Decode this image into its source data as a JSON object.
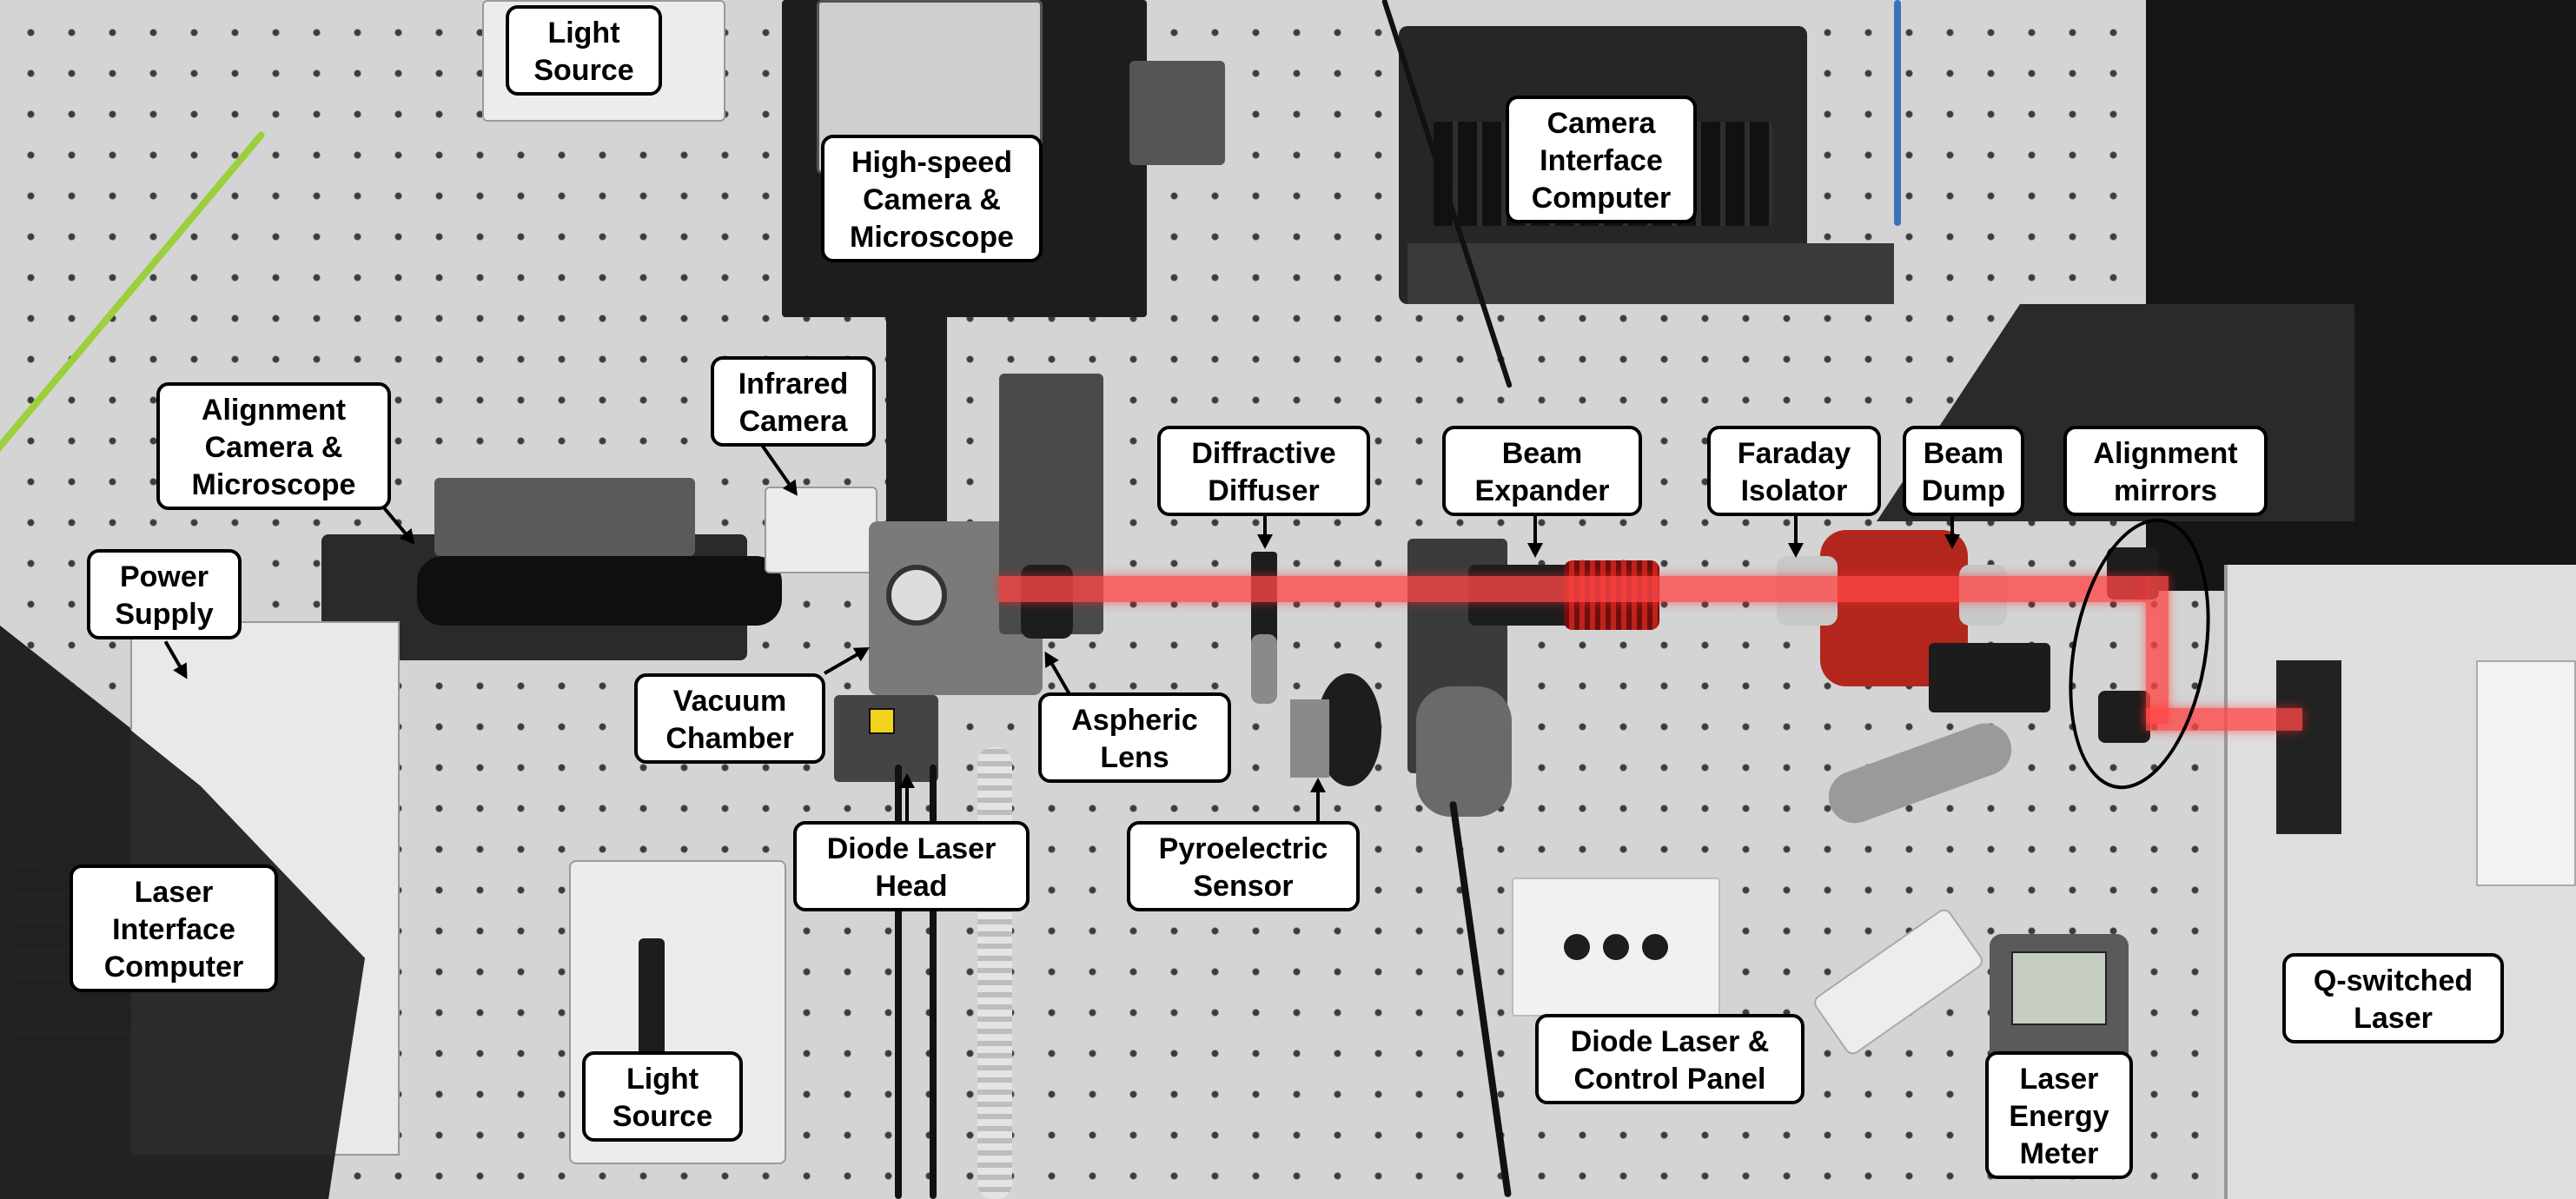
{
  "labels": {
    "light_source_top": "Light\nSource",
    "high_speed_camera": "High-speed\nCamera &\nMicroscope",
    "camera_interface_computer": "Camera\nInterface\nComputer",
    "infrared_camera": "Infrared\nCamera",
    "alignment_camera": "Alignment\nCamera &\nMicroscope",
    "diffractive_diffuser": "Diffractive\nDiffuser",
    "beam_expander": "Beam\nExpander",
    "faraday_isolator": "Faraday\nIsolator",
    "beam_dump": "Beam\nDump",
    "alignment_mirrors": "Alignment\nmirrors",
    "power_supply": "Power\nSupply",
    "vacuum_chamber": "Vacuum\nChamber",
    "aspheric_lens": "Aspheric\nLens",
    "diode_laser_head": "Diode Laser\nHead",
    "pyroelectric_sensor": "Pyroelectric\nSensor",
    "laser_interface_computer": "Laser\nInterface\nComputer",
    "light_source_bottom": "Light\nSource",
    "diode_laser_control_panel": "Diode Laser &\nControl Panel",
    "laser_energy_meter": "Laser\nEnergy\nMeter",
    "q_switched_laser": "Q-switched\nLaser"
  },
  "colors": {
    "beam": "#ff4646",
    "faraday_body": "#b3261e",
    "breadboard": "#d4d4d4"
  }
}
